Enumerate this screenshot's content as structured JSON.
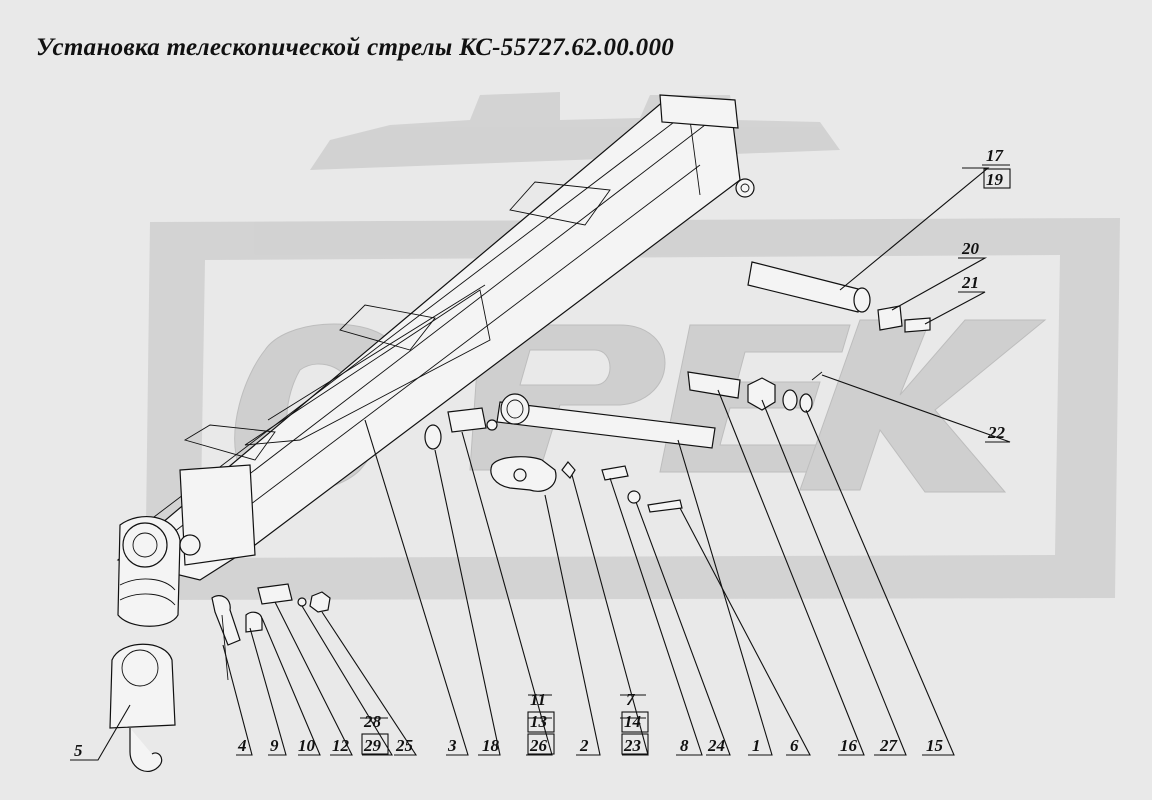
{
  "title": "Установка телескопической стрелы КС-55727.62.00.000",
  "watermark": "ОРЕХ",
  "colors": {
    "background": "#e9e9e9",
    "watermark": "#cfcfcf",
    "ink": "#111111"
  },
  "labels": {
    "l5": "5",
    "l4": "4",
    "l9": "9",
    "l10": "10",
    "l12": "12",
    "l28": "28",
    "l29": "29",
    "l25": "25",
    "l3": "3",
    "l18": "18",
    "l11": "11",
    "l13": "13",
    "l26": "26",
    "l2": "2",
    "l7": "7",
    "l14": "14",
    "l23": "23",
    "l8": "8",
    "l24": "24",
    "l1": "1",
    "l6": "6",
    "l16": "16",
    "l27": "27",
    "l15": "15",
    "l17": "17",
    "l19": "19",
    "l20": "20",
    "l21": "21",
    "l22": "22"
  }
}
